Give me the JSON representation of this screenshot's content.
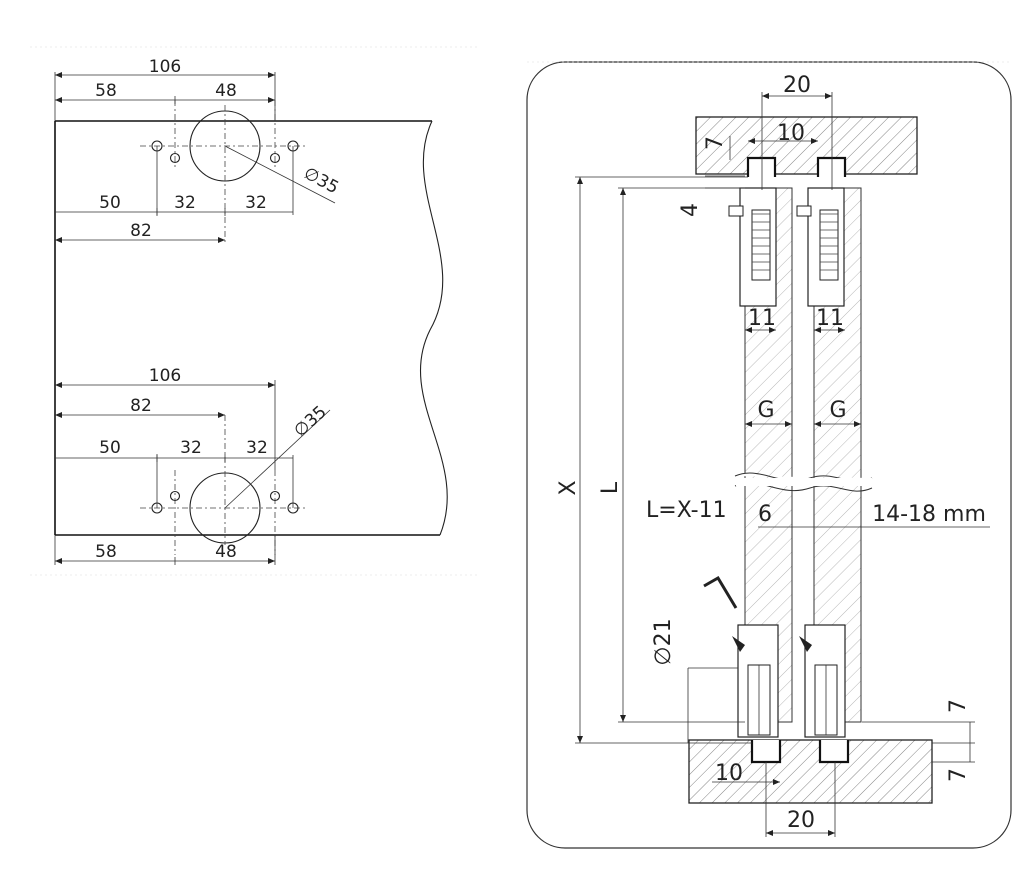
{
  "left": {
    "top": {
      "d106": "106",
      "d58": "58",
      "d48": "48",
      "d50": "50",
      "d32a": "32",
      "d32b": "32",
      "d82": "82",
      "dia": "∅35"
    },
    "bottom": {
      "d106": "106",
      "d82": "82",
      "d50": "50",
      "d32a": "32",
      "d32b": "32",
      "dia": "∅35",
      "d58": "58",
      "d48": "48"
    }
  },
  "right": {
    "top_20": "20",
    "top_10": "10",
    "top_7": "7",
    "top_4": "4",
    "x_label": "X",
    "l_label": "L",
    "formula": "L=X-11",
    "d11a": "11",
    "d11b": "11",
    "g1": "G",
    "g2": "G",
    "gap6": "6",
    "thickness": "14-18 mm",
    "dia21": "∅21",
    "bot_7a": "7",
    "bot_7b": "7",
    "bot_10": "10",
    "bot_20": "20"
  },
  "colors": {
    "line": "#222222",
    "hatch": "#555555",
    "panel_border": "#333333"
  }
}
